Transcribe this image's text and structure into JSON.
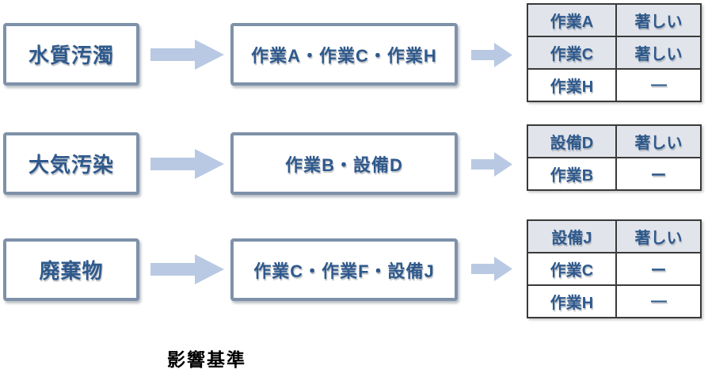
{
  "caption": "影響基準",
  "colors": {
    "text_blue": "#2E598C",
    "box_border": "#7E91A9",
    "arrow_fill": "#B9C9E3",
    "table_row_shade": "#E1E5EB",
    "table_grid": "#3a3a3a",
    "dash_black": "#101010"
  },
  "icons": {
    "flow_arrow": "right-arrow"
  },
  "groups": [
    {
      "source": "水質汚濁",
      "items": "作業A・作業C・作業H",
      "table": {
        "rows": [
          {
            "name": "作業A",
            "value": "著しい"
          },
          {
            "name": "作業C",
            "value": "著しい"
          },
          {
            "name": "作業H",
            "value": "—"
          }
        ]
      }
    },
    {
      "source": "大気汚染",
      "items": "作業B・設備D",
      "table": {
        "rows": [
          {
            "name": "設備D",
            "value": "著しい"
          },
          {
            "name": "作業B",
            "value": "ー"
          }
        ]
      }
    },
    {
      "source": "廃棄物",
      "items": "作業C・作業F・設備J",
      "table": {
        "rows": [
          {
            "name": "設備J",
            "value": "著しい"
          },
          {
            "name": "作業C",
            "value": "ー"
          },
          {
            "name": "作業H",
            "value": "—"
          }
        ]
      }
    }
  ]
}
